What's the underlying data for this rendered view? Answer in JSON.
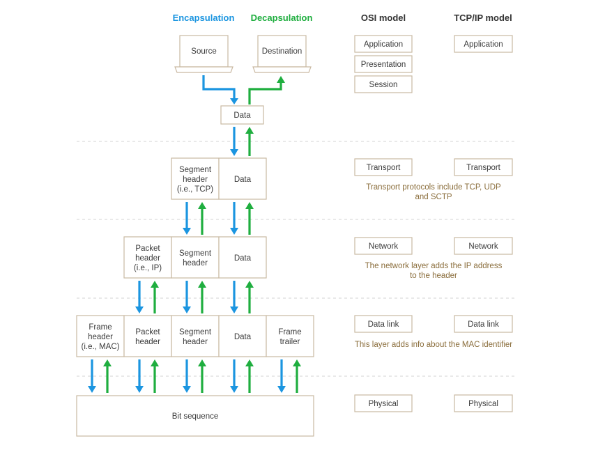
{
  "headers": {
    "encapsulation": "Encapsulation",
    "decapsulation": "Decapsulation",
    "osi": "OSI model",
    "tcpip": "TCP/IP model"
  },
  "colors": {
    "encapsulation": "#1b95e0",
    "decapsulation": "#1fae3f",
    "box_border": "#c9b9a2",
    "note_text": "#8a6d3b"
  },
  "endpoints": {
    "source": "Source",
    "destination": "Destination"
  },
  "units": {
    "top_data": "Data",
    "transport": {
      "segment_header": [
        "Segment",
        "header",
        "(i.e., TCP)"
      ],
      "data": "Data"
    },
    "network": {
      "packet_header": [
        "Packet",
        "header",
        "(i.e., IP)"
      ],
      "segment_header": [
        "Segment",
        "header"
      ],
      "data": "Data"
    },
    "datalink": {
      "frame_header": [
        "Frame",
        "header",
        "(i.e., MAC)"
      ],
      "packet_header": [
        "Packet",
        "header"
      ],
      "segment_header": [
        "Segment",
        "header"
      ],
      "data": "Data",
      "frame_trailer": [
        "Frame",
        "trailer"
      ]
    },
    "physical": "Bit sequence"
  },
  "osi": {
    "application": "Application",
    "presentation": "Presentation",
    "session": "Session",
    "transport": "Transport",
    "network": "Network",
    "datalink": "Data link",
    "physical": "Physical"
  },
  "tcpip": {
    "application": "Application",
    "transport": "Transport",
    "network": "Network",
    "datalink": "Data link",
    "physical": "Physical"
  },
  "notes": {
    "transport": [
      "Transport protocols include TCP, UDP",
      "and SCTP"
    ],
    "network": [
      "The network layer adds the IP address",
      "to the header"
    ],
    "datalink": [
      "This layer adds info about the MAC identifier"
    ]
  }
}
